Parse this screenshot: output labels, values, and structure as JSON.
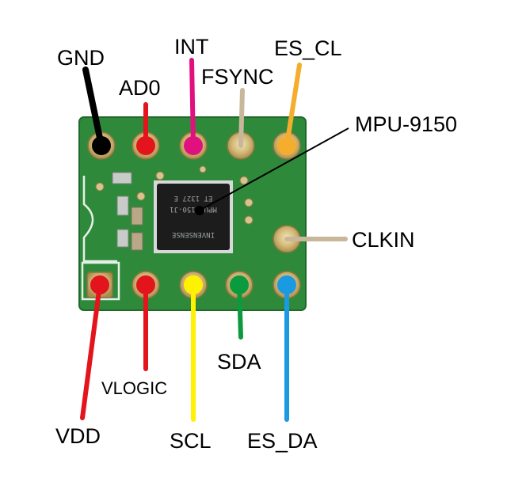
{
  "pins": {
    "gnd": {
      "label": "GND",
      "color": "#000000"
    },
    "ad0": {
      "label": "AD0",
      "color": "#e3141b"
    },
    "int": {
      "label": "INT",
      "color": "#e0117f"
    },
    "fsync": {
      "label": "FSYNC",
      "color": "#c9b79c"
    },
    "es_cl": {
      "label": "ES_CL",
      "color": "#f4ad2c"
    },
    "clkin": {
      "label": "CLKIN",
      "color": "#c9b79c"
    },
    "vdd": {
      "label": "VDD",
      "color": "#e3141b"
    },
    "vlogic": {
      "label": "VLOGIC",
      "color": "#e3141b"
    },
    "scl": {
      "label": "SCL",
      "color": "#fff200"
    },
    "sda": {
      "label": "SDA",
      "color": "#0c9a3e"
    },
    "es_da": {
      "label": "ES_DA",
      "color": "#1a9ae0"
    }
  },
  "chip": {
    "label": "MPU-9150",
    "markings": [
      "ET 1327 E",
      "MPU-9150-J1",
      "INVENSENSE"
    ]
  },
  "board_color": "#2e8a3a"
}
